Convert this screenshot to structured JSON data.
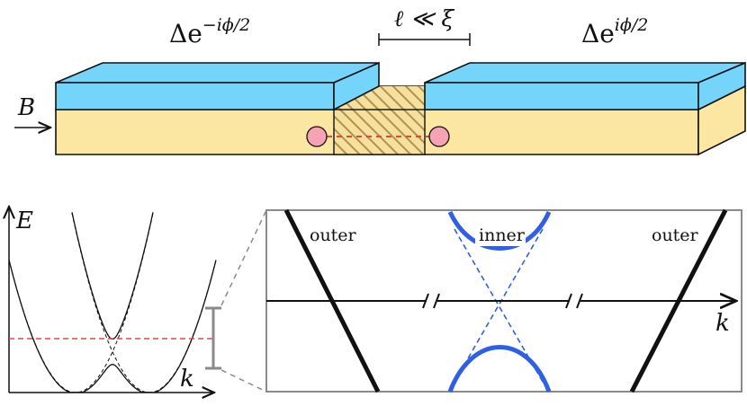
{
  "header": {
    "left_gap": {
      "base": "Δe",
      "exp": "−iϕ/2"
    },
    "length_scale": "ℓ ≪ ξ",
    "right_gap": {
      "base": "Δe",
      "exp": "iϕ/2"
    }
  },
  "field": {
    "symbol": "B",
    "arrow": "⟶"
  },
  "colors": {
    "superconductor": "#75d4fa",
    "wire": "#fbe6a2",
    "majorana": "#f5a3b5",
    "dashed_line": "#e8463c",
    "hatch": "#b0934a",
    "blue_band": "#2f5ee8",
    "zoom_frame": "#8a8a8a",
    "black": "#111111"
  },
  "band_plot": {
    "y_axis": "E",
    "x_axis": "k"
  },
  "zoom_plot": {
    "x_axis": "k",
    "labels": {
      "outer_left": "outer",
      "inner": "inner",
      "outer_right": "outer"
    }
  }
}
